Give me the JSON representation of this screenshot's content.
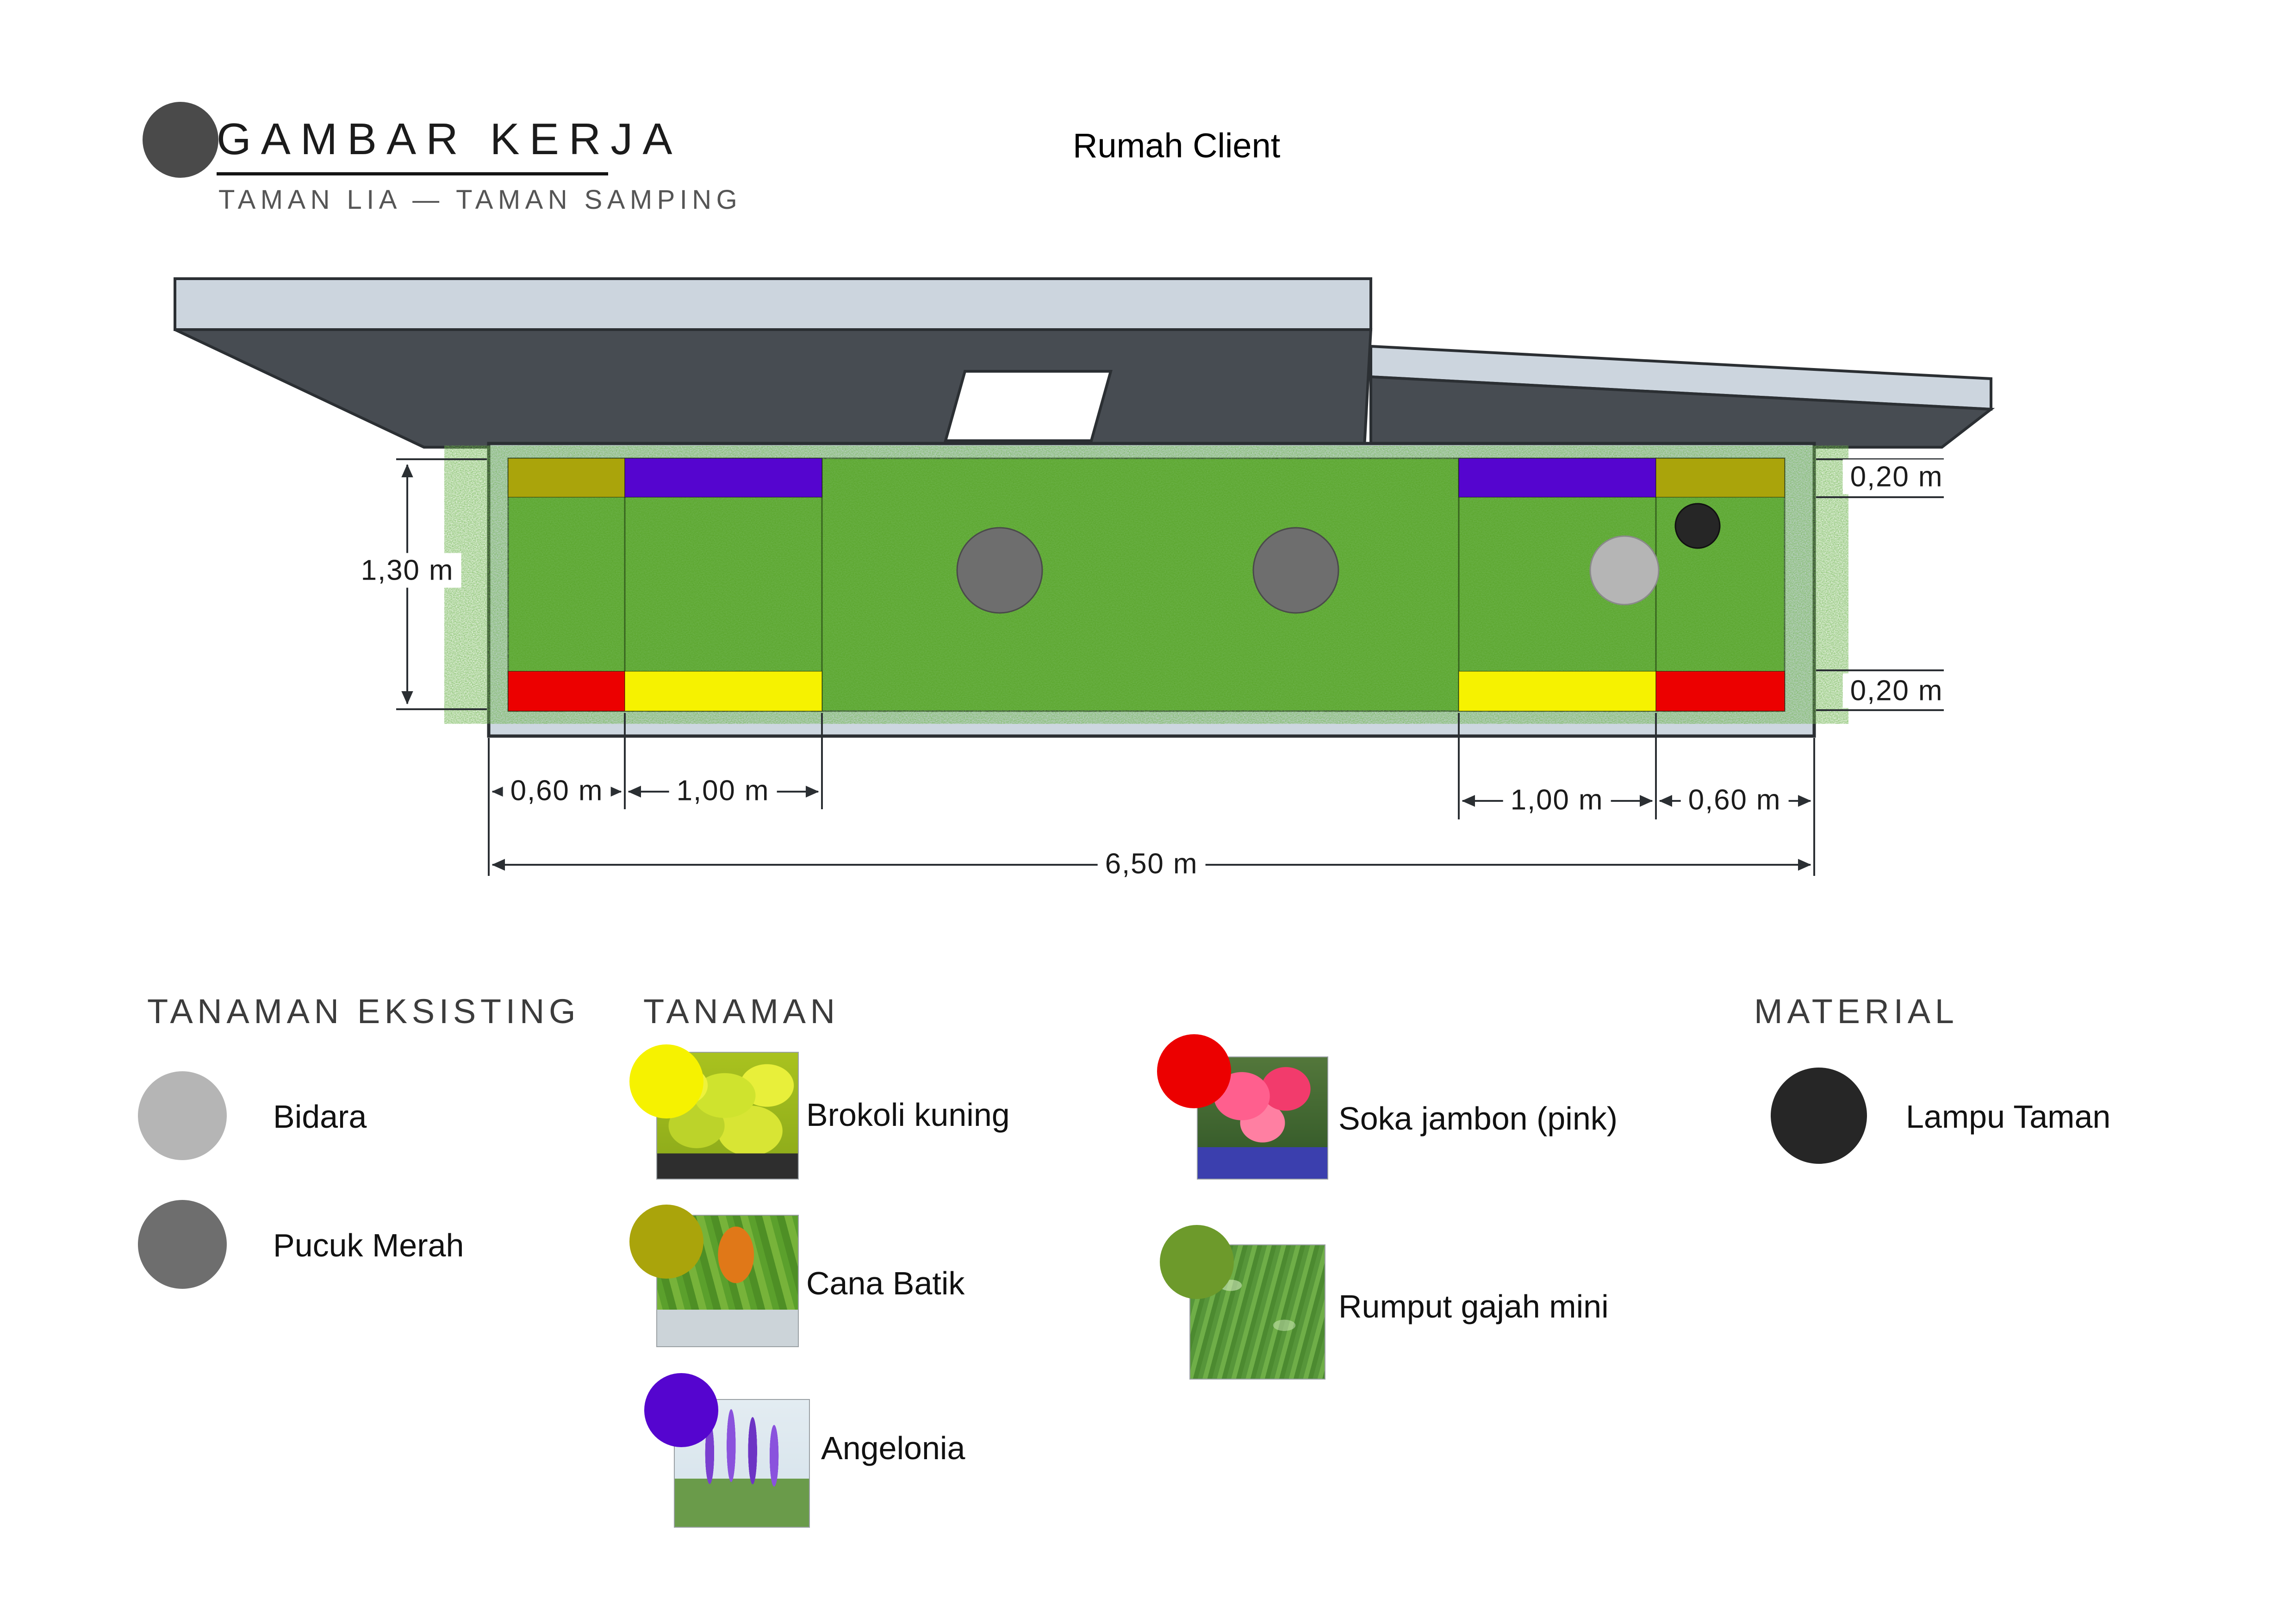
{
  "header": {
    "title": "GAMBAR KERJA",
    "subtitle": "TAMAN LIA — TAMAN SAMPING",
    "client_label": "Rumah Client"
  },
  "plan": {
    "roof_light": "#ccd5de",
    "roof_dark": "#474c52",
    "wall_color": "#cdd7e0",
    "grass_color": "#57a326",
    "strip_colors": {
      "olive": "#aaa40b",
      "purple": "#5505cf",
      "red": "#ec0000",
      "yellow": "#f6f200"
    }
  },
  "dims": {
    "height": "1,30 m",
    "offset_top": "0,20 m",
    "offset_bottom": "0,20 m",
    "left_outer": "0,60 m",
    "left_inner": "1,00 m",
    "right_inner": "1,00 m",
    "right_outer": "0,60 m",
    "total": "6,50 m"
  },
  "legend": {
    "existing": {
      "heading": "TANAMAN EKSISTING",
      "items": [
        {
          "label": "Bidara",
          "color": "#b5b5b5"
        },
        {
          "label": "Pucuk Merah",
          "color": "#6e6e6e"
        }
      ]
    },
    "plants": {
      "heading": "TANAMAN",
      "items": [
        {
          "label": "Brokoli kuning",
          "color": "#f6f200"
        },
        {
          "label": "Cana Batik",
          "color": "#aaa40b"
        },
        {
          "label": "Angelonia",
          "color": "#5505cf"
        },
        {
          "label": "Soka jambon (pink)",
          "color": "#ec0000"
        },
        {
          "label": "Rumput gajah mini",
          "color": "#6d9a2b"
        }
      ]
    },
    "material": {
      "heading": "MATERIAL",
      "items": [
        {
          "label": "Lampu Taman",
          "color": "#262626"
        }
      ]
    }
  }
}
